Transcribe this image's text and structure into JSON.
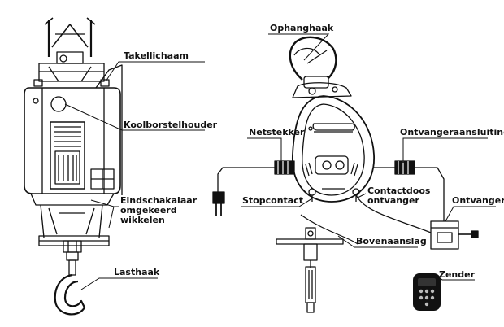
{
  "labels": {
    "takel_body": "Takellichaam",
    "brush_holder": "Koolborstelhouder",
    "limit_switch": "Eindschakalaar omgekeerd wikkelen",
    "load_hook": "Lasthaak",
    "hanging_hook": "Ophanghaak",
    "mains_plug": "Netstekker",
    "receiver_connection": "Ontvangeraansluiting",
    "socket": "Stopcontact",
    "receiver_socket": "Contactdoos ontvanger",
    "receiver": "Ontvanger",
    "upper_stop": "Bovenaanslag",
    "transmitter": "Zender"
  },
  "icons": [
    "hoist-front-view",
    "hoist-side-view",
    "remote-control-icon",
    "receiver-box-icon",
    "plug-icon"
  ],
  "colors": {
    "line": "#111111",
    "background": "#ffffff"
  }
}
